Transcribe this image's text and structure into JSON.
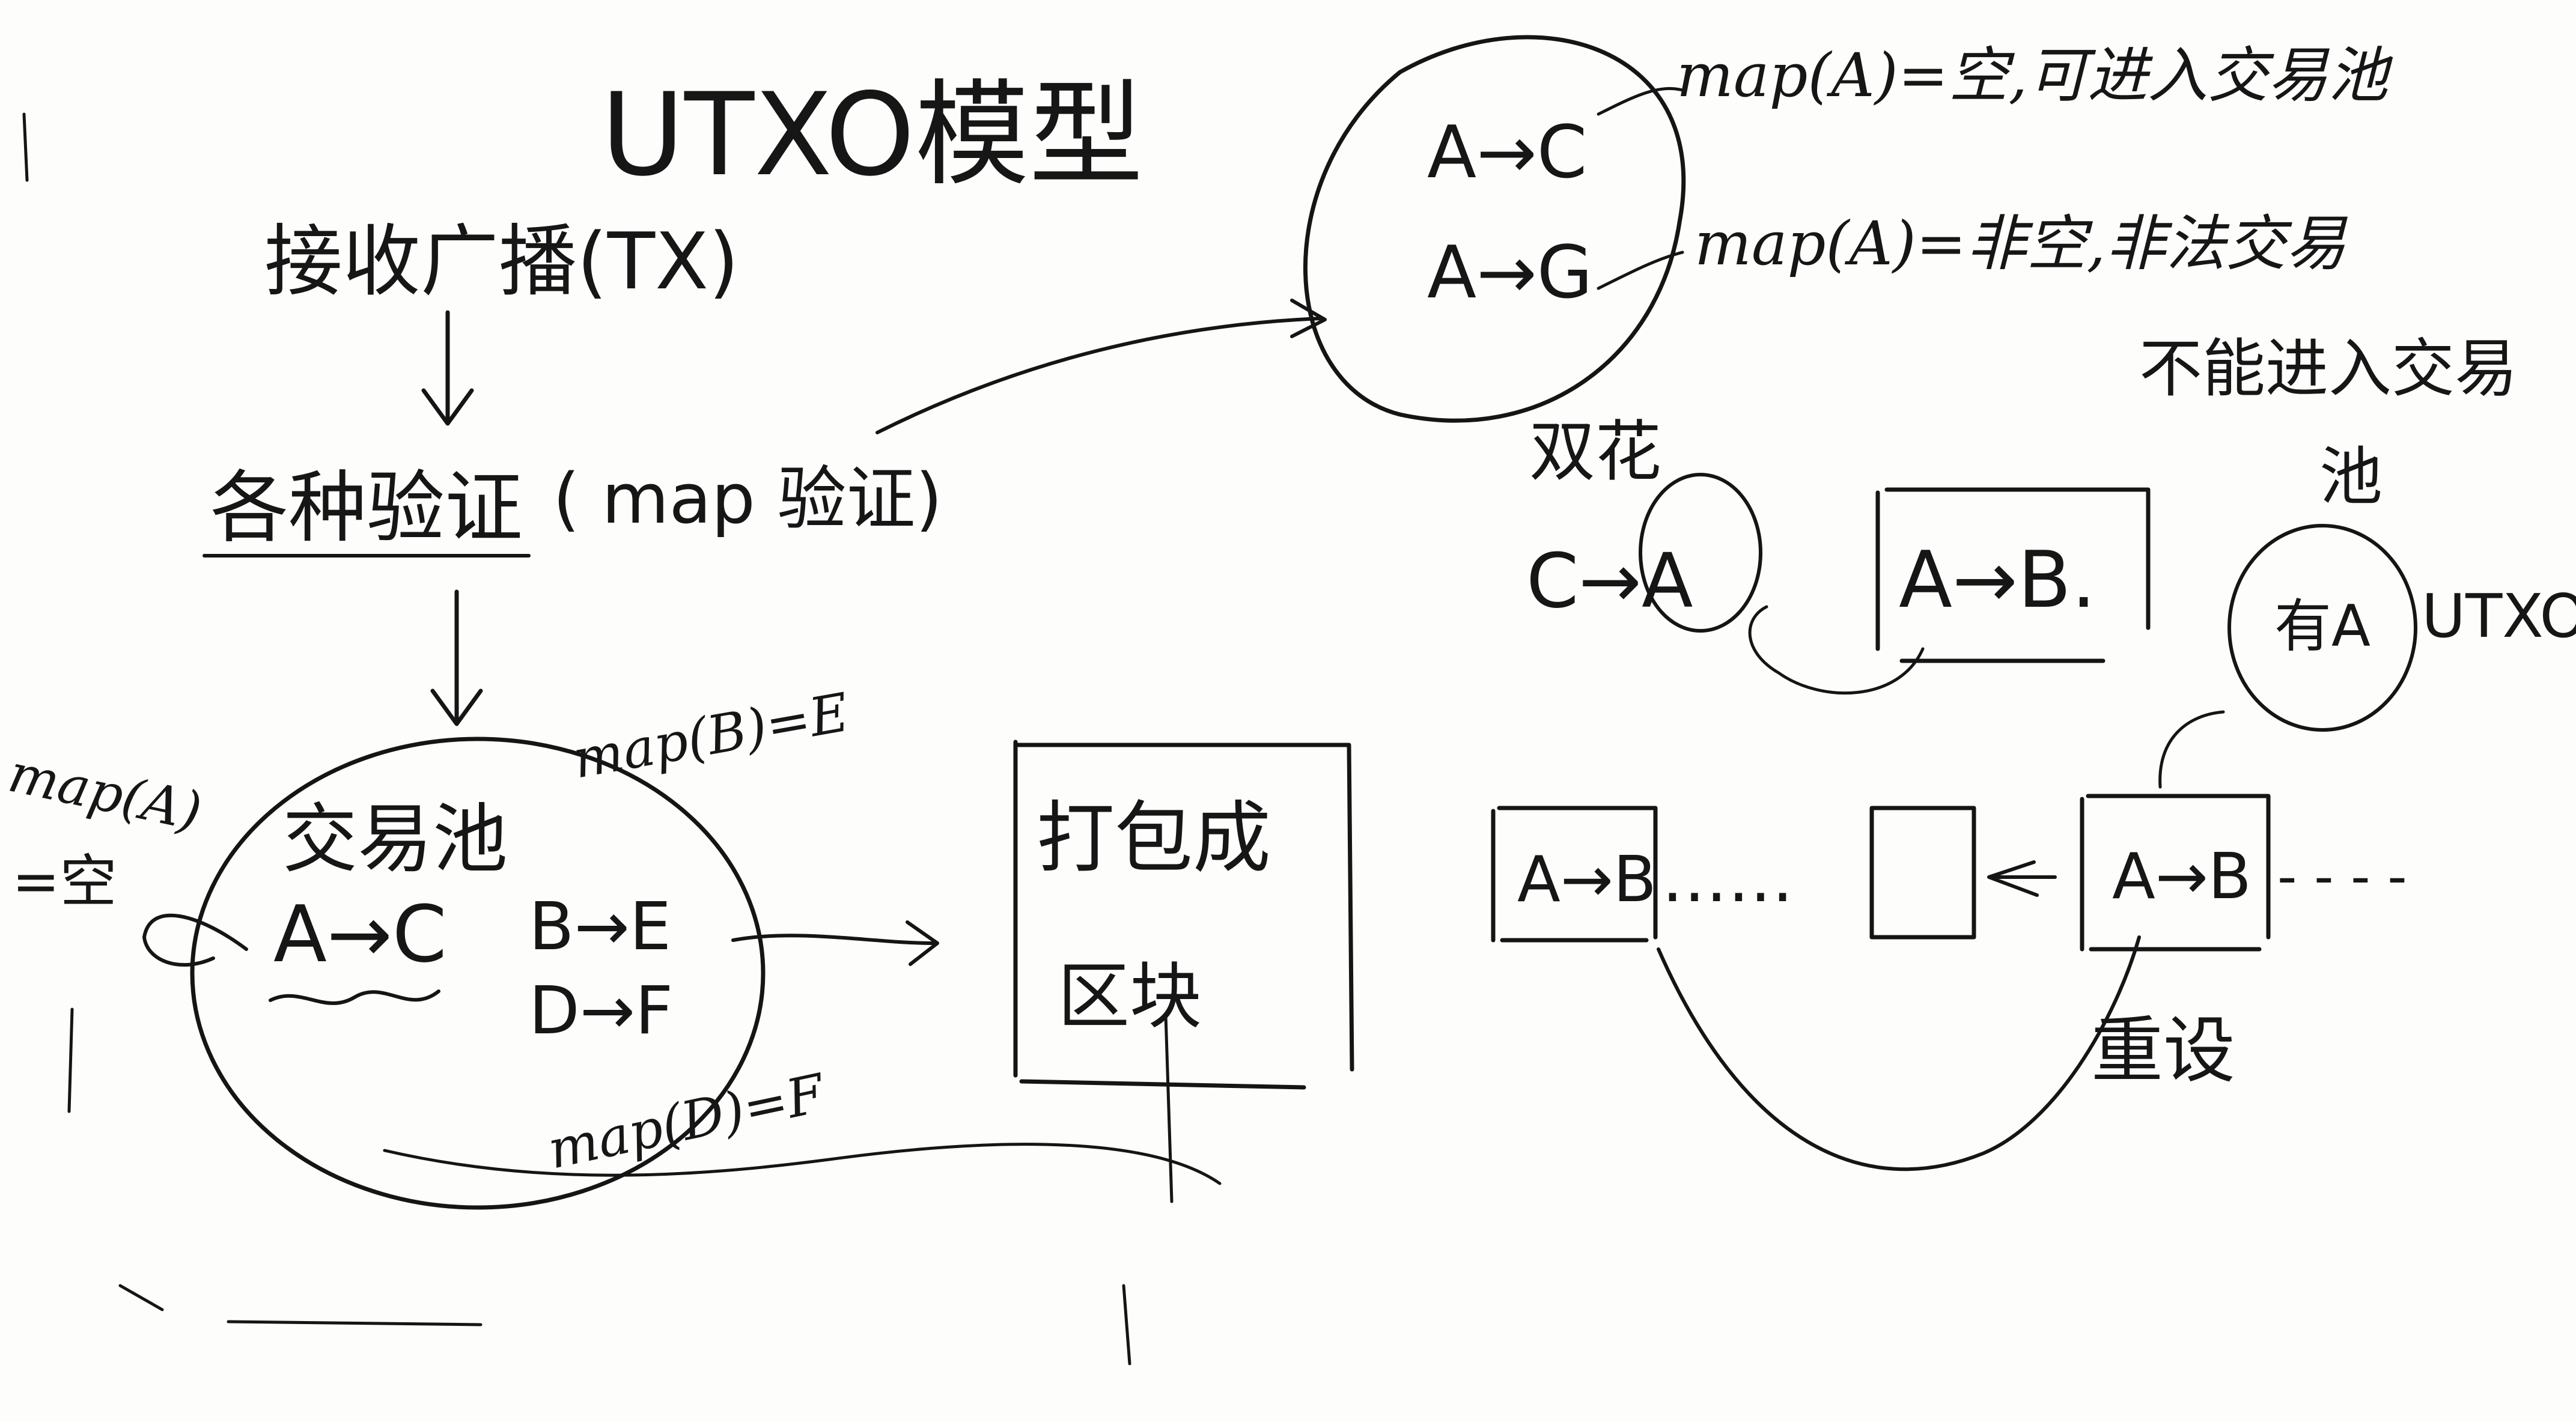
{
  "title": "UTXO模型",
  "flow": {
    "step1": "接收广播(TX)",
    "step2": "各种验证",
    "step2_note": "( map 验证)",
    "pool_label": "交易池",
    "pool_tx1": "A→C",
    "pool_tx2": "B→E",
    "pool_tx3": "D→F",
    "map_b": "map(B)=E",
    "map_d": "map(D)=F",
    "map_a_left_1": "map(A)",
    "map_a_left_2": "=空",
    "pack_1": "打包成",
    "pack_2": "区块"
  },
  "conflict": {
    "tx1": "A→C",
    "tx2": "A→G",
    "rule1": "map(A)=空,可进入交易池",
    "rule2": "map(A)=非空,非法交易",
    "rule3_1": "不能进入交易",
    "rule3_2": "池"
  },
  "double_spend": {
    "label": "双花",
    "source": "C→A",
    "tx": "A→B.",
    "circle_text": "有A",
    "utxo": "UTXO"
  },
  "chain": {
    "block1": "A→B",
    "dots": "……",
    "block3": "A→B",
    "tail": "- - - -",
    "reset": "重设"
  }
}
